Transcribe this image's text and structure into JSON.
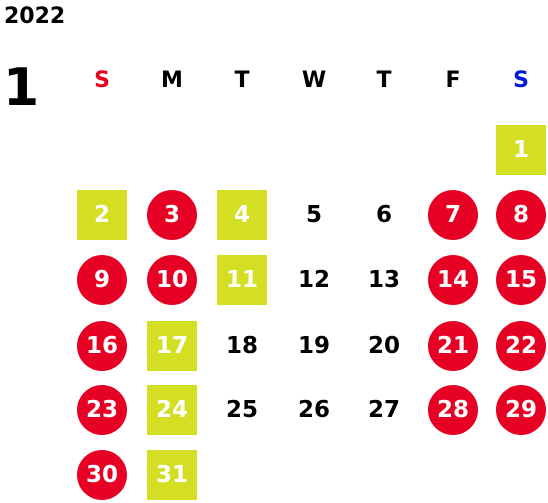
{
  "calendar": {
    "year": "2022",
    "month": "1",
    "weekdays": [
      {
        "label": "S",
        "color": "#e8001c"
      },
      {
        "label": "M",
        "color": "#000000"
      },
      {
        "label": "T",
        "color": "#000000"
      },
      {
        "label": "W",
        "color": "#000000"
      },
      {
        "label": "T",
        "color": "#000000"
      },
      {
        "label": "F",
        "color": "#000000"
      },
      {
        "label": "S",
        "color": "#0019d6"
      }
    ],
    "colors": {
      "holiday_red": "#e60023",
      "highlight_yellow_green": "#d4de22",
      "plain_text": "#000000"
    },
    "first_weekday_index": 6,
    "days": [
      {
        "day": "1",
        "style": "square"
      },
      {
        "day": "2",
        "style": "square"
      },
      {
        "day": "3",
        "style": "circle"
      },
      {
        "day": "4",
        "style": "square"
      },
      {
        "day": "5",
        "style": "plain"
      },
      {
        "day": "6",
        "style": "plain"
      },
      {
        "day": "7",
        "style": "circle"
      },
      {
        "day": "8",
        "style": "circle"
      },
      {
        "day": "9",
        "style": "circle"
      },
      {
        "day": "10",
        "style": "circle"
      },
      {
        "day": "11",
        "style": "square"
      },
      {
        "day": "12",
        "style": "plain"
      },
      {
        "day": "13",
        "style": "plain"
      },
      {
        "day": "14",
        "style": "circle"
      },
      {
        "day": "15",
        "style": "circle"
      },
      {
        "day": "16",
        "style": "circle"
      },
      {
        "day": "17",
        "style": "square"
      },
      {
        "day": "18",
        "style": "plain"
      },
      {
        "day": "19",
        "style": "plain"
      },
      {
        "day": "20",
        "style": "plain"
      },
      {
        "day": "21",
        "style": "circle"
      },
      {
        "day": "22",
        "style": "circle"
      },
      {
        "day": "23",
        "style": "circle"
      },
      {
        "day": "24",
        "style": "square"
      },
      {
        "day": "25",
        "style": "plain"
      },
      {
        "day": "26",
        "style": "plain"
      },
      {
        "day": "27",
        "style": "plain"
      },
      {
        "day": "28",
        "style": "circle"
      },
      {
        "day": "29",
        "style": "circle"
      },
      {
        "day": "30",
        "style": "circle"
      },
      {
        "day": "31",
        "style": "square"
      }
    ]
  }
}
